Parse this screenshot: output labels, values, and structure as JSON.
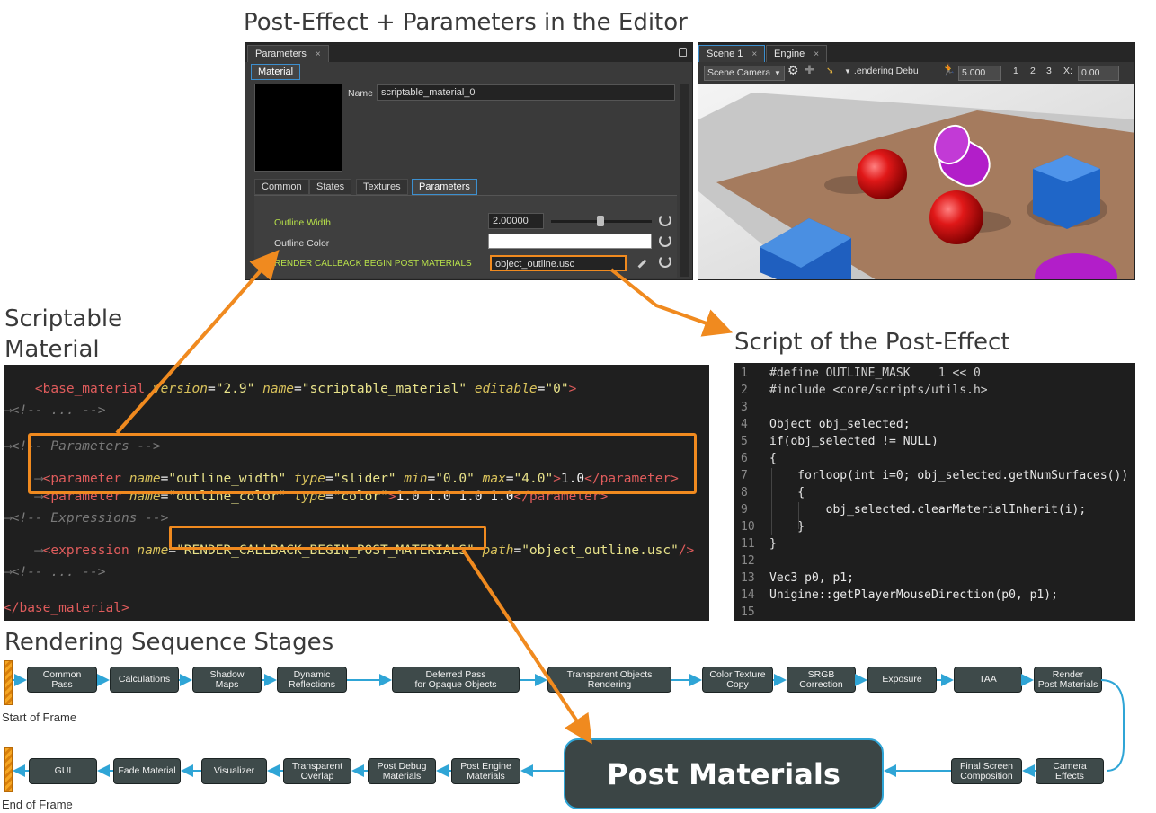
{
  "headings": {
    "editor": "Post-Effect + Parameters in the Editor",
    "scriptable_line1": "Scriptable",
    "scriptable_line2": "Material",
    "script": "Script of the Post-Effect",
    "stages": "Rendering Sequence Stages"
  },
  "editor": {
    "tab": "Parameters",
    "close": "×",
    "material_tab": "Material",
    "name_label": "Name",
    "name_value": "scriptable_material_0",
    "sub_tabs": [
      "Common",
      "States",
      "Textures",
      "Parameters"
    ],
    "params": [
      {
        "label": "Outline Width",
        "value": "2.00000",
        "slider": 0.5
      },
      {
        "label": "Outline Color",
        "value": ""
      },
      {
        "label": "RENDER CALLBACK BEGIN POST MATERIALS",
        "value": "object_outline.usc"
      }
    ]
  },
  "viewport": {
    "tabs": [
      "Scene 1",
      "Engine"
    ],
    "camera": "Scene Camera",
    "debug": ".endering Debu",
    "speed": "5.000",
    "nums": [
      "1",
      "2",
      "3"
    ],
    "x_label": "X:",
    "x_value": "0.00"
  },
  "material_code": [
    "<base_material version=\"2.9\" name=\"scriptable_material\" editable=\"0\">",
    "<!-- ... -->",
    "<!-- Parameters -->",
    "<parameter name=\"outline_width\" type=\"slider\" min=\"0.0\" max=\"4.0\">1.0</parameter>",
    "<parameter name=\"outline_color\" type=\"color\">1.0 1.0 1.0 1.0</parameter>",
    "<!-- Expressions -->",
    "<expression name=\"RENDER_CALLBACK_BEGIN_POST_MATERIALS\" path=\"object_outline.usc\"/>",
    "<!-- ... -->",
    "</base_material>"
  ],
  "script_lines": [
    {
      "n": "1",
      "code": "#define OUTLINE_MASK    1 << 0"
    },
    {
      "n": "2",
      "code": "#include <core/scripts/utils.h>"
    },
    {
      "n": "3",
      "code": ""
    },
    {
      "n": "4",
      "code": "Object obj_selected;"
    },
    {
      "n": "5",
      "code": "if(obj_selected != NULL)"
    },
    {
      "n": "6",
      "code": "{"
    },
    {
      "n": "7",
      "code": "    forloop(int i=0; obj_selected.getNumSurfaces())"
    },
    {
      "n": "8",
      "code": "    {"
    },
    {
      "n": "9",
      "code": "        obj_selected.clearMaterialInherit(i);"
    },
    {
      "n": "10",
      "code": "    }"
    },
    {
      "n": "11",
      "code": "}"
    },
    {
      "n": "12",
      "code": ""
    },
    {
      "n": "13",
      "code": "Vec3 p0, p1;"
    },
    {
      "n": "14",
      "code": "Unigine::getPlayerMouseDirection(p0, p1);"
    },
    {
      "n": "15",
      "code": ""
    }
  ],
  "pipeline": {
    "start": "Start of Frame",
    "end": "End of Frame",
    "row1": [
      "Common\nPass",
      "Calculations",
      "Shadow\nMaps",
      "Dynamic\nReflections",
      "Deferred Pass\nfor Opaque Objects",
      "Transparent Objects\nRendering",
      "Color Texture\nCopy",
      "SRGB\nCorrection",
      "Exposure",
      "TAA",
      "Render\nPost Materials"
    ],
    "row2": [
      "Camera\nEffects",
      "Final Screen\nComposition",
      "Post Engine\nMaterials",
      "Post Debug\nMaterials",
      "Transparent\nOverlap",
      "Visualizer",
      "Fade Material",
      "GUI"
    ],
    "post_materials": "Post Materials"
  },
  "colors": {
    "accent": "#f08a1f",
    "flow": "#2fa5d6",
    "stage_bg": "#3e4a4a"
  }
}
